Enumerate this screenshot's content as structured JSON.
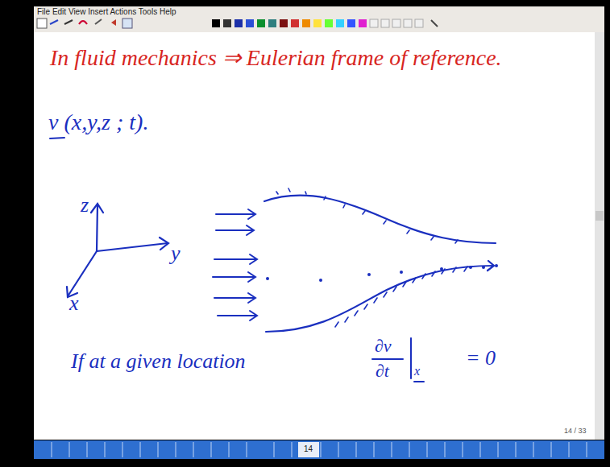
{
  "diagram": {
    "labels": [
      "File Edit View Insert Actions Tools Help",
      "In fluid mechanics ⇒ Eulerian frame of reference.",
      "v (x,y,z ; t).",
      "z",
      "y",
      "x",
      "If at a given location",
      "∂v",
      "∂t",
      "x",
      "= 0",
      "14",
      "14 / 33"
    ]
  }
}
